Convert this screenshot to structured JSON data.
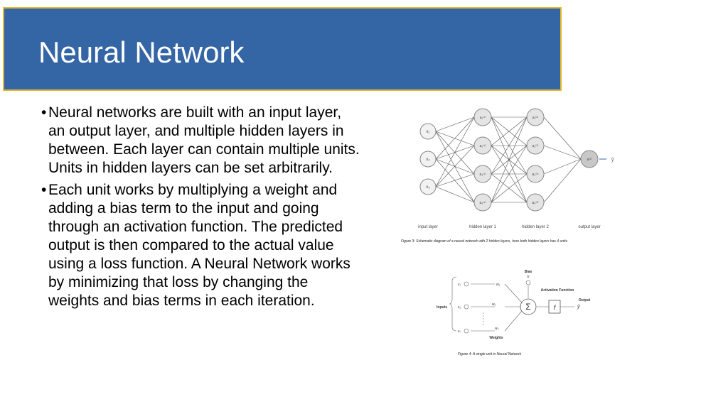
{
  "slide": {
    "title": "Neural Network",
    "bullets": [
      "Neural networks are built with an input layer, an output layer, and multiple hidden layers in between. Each layer can contain multiple units. Units in hidden layers can be set arbitrarily.",
      "Each unit works by multiplying a weight and adding a bias term to the input and going through an activation function. The predicted output is then compared to the actual value using a loss function. A Neural Network works by minimizing that loss by changing the weights and bias terms in each iteration."
    ],
    "bullet_glyph": "•"
  },
  "figure3": {
    "input_nodes": [
      "x₁",
      "x₂",
      "x₃"
    ],
    "hidden1_nodes": [
      "a₁⁽¹⁾",
      "a₂⁽¹⁾",
      "a₃⁽¹⁾",
      "a₄⁽¹⁾"
    ],
    "hidden2_nodes": [
      "a₁⁽²⁾",
      "a₂⁽²⁾",
      "a₃⁽²⁾",
      "a₄⁽²⁾"
    ],
    "output_node": "a⁽³⁾",
    "output_label": "ŷ",
    "layer_labels": [
      "input layer",
      "hidden layer 1",
      "hidden layer 2",
      "output layer"
    ],
    "caption": "Figure 3: Schematic diagram of a neural network with 2 hidden layers, here both hidden layers has 4 units"
  },
  "figure4": {
    "bias_label": "Bias",
    "bias_symbol": "b",
    "inputs_label": "Inputs",
    "input_symbols": [
      "x₁",
      "x₂",
      "xₙ"
    ],
    "weight_symbols": [
      "w₁",
      "w₂",
      "wₙ"
    ],
    "weights_label": "Weights",
    "sum_symbol": "Σ",
    "activation_label": "Activation Function",
    "activation_symbol": "f",
    "output_label": "Output",
    "output_symbol": "ŷ",
    "caption": "Figure 4: A single unit in Neural Network"
  }
}
